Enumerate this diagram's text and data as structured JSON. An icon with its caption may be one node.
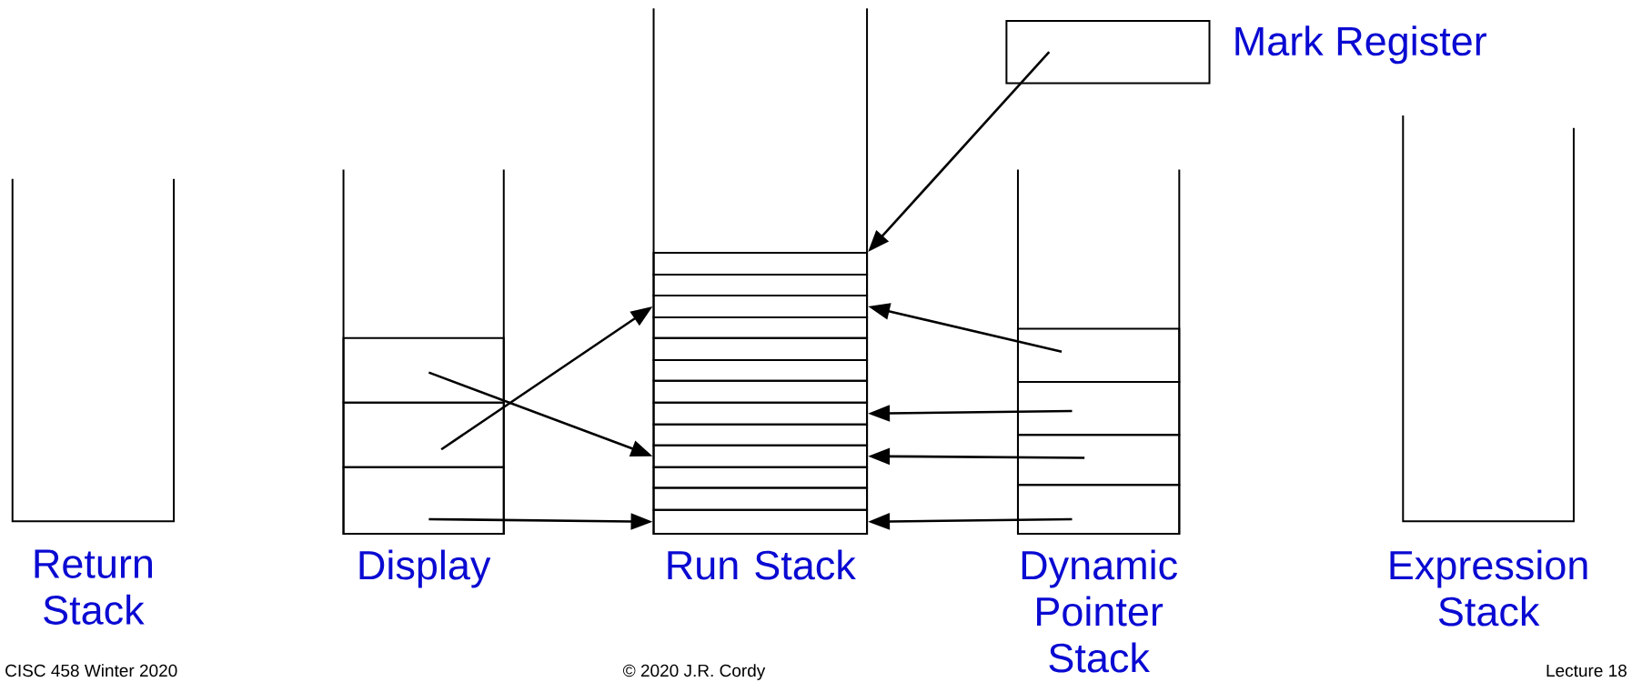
{
  "diagram": {
    "nodes": [
      {
        "text": [
          "Mark Register"
        ]
      },
      {
        "text": [
          "Return Stack"
        ]
      },
      {
        "text": [
          "Display"
        ]
      },
      {
        "text": [],
        "shape": "box",
        "in": 2
      },
      {
        "text": [],
        "shape": "box",
        "in": 2
      },
      {
        "text": [],
        "shape": "box",
        "in": 2
      },
      {
        "text": [
          "Run Stack"
        ]
      },
      {
        "text": [],
        "shape": "box",
        "in": 6
      },
      {
        "text": [],
        "shape": "box",
        "in": 6
      },
      {
        "text": [],
        "shape": "box",
        "in": 6
      },
      {
        "text": [],
        "shape": "box",
        "in": 6
      },
      {
        "text": [],
        "shape": "box",
        "in": 6
      },
      {
        "text": [],
        "shape": "box",
        "in": 6
      },
      {
        "text": [],
        "shape": "box",
        "in": 6
      },
      {
        "text": [],
        "shape": "box",
        "in": 6
      },
      {
        "text": [],
        "shape": "box",
        "in": 6
      },
      {
        "text": [],
        "shape": "box",
        "in": 6
      },
      {
        "text": [],
        "shape": "box",
        "in": 6
      },
      {
        "text": [],
        "shape": "box",
        "in": 6
      },
      {
        "text": [],
        "shape": "box",
        "in": 6
      },
      {
        "text": [
          "Dynamic Pointer Stack"
        ]
      },
      {
        "text": [],
        "shape": "box",
        "in": 20
      },
      {
        "text": [],
        "shape": "box",
        "in": 20
      },
      {
        "text": [],
        "shape": "box",
        "in": 20
      },
      {
        "text": [],
        "shape": "box",
        "in": 20
      },
      {
        "text": [
          "Expression Stack"
        ]
      }
    ],
    "edges": [
      {
        "from": 0,
        "to": 7,
        "arrow": "to"
      },
      {
        "from": 3,
        "to": 16,
        "arrow": "to"
      },
      {
        "from": 4,
        "to": 9,
        "arrow": "to"
      },
      {
        "from": 5,
        "to": 19,
        "arrow": "to"
      },
      {
        "from": 21,
        "to": 9,
        "arrow": "to"
      },
      {
        "from": 22,
        "to": 14,
        "arrow": "to"
      },
      {
        "from": 23,
        "to": 16,
        "arrow": "to"
      },
      {
        "from": 24,
        "to": 19,
        "arrow": "to"
      }
    ],
    "labels": [
      "CISC 458 Winter 2020",
      "© 2020 J.R. Cordy",
      "Lecture 18"
    ]
  }
}
